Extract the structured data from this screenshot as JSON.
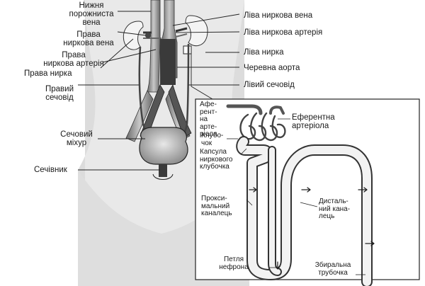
{
  "labels": {
    "ivc": "Нижня\nпорожниста\nвена",
    "right_renal_vein": "Права\nниркова вена",
    "right_renal_artery": "Права\nниркова артерія",
    "right_kidney": "Права нирка",
    "right_ureter": "Правий\nсечовід",
    "bladder": "Сечовий\nміхур",
    "urethra": "Сечівник",
    "left_renal_vein": "Ліва ниркова вена",
    "left_renal_artery": "Ліва ниркова артерія",
    "left_kidney": "Ліва нирка",
    "aorta": "Черевна аорта",
    "left_ureter": "Лівий сечовід"
  },
  "inset": {
    "afferent": "Афе-\nрент-\nна\nарте-\nріола",
    "efferent": "Еферентна\nартеріола",
    "glomerulus": "Клубо-\nчок",
    "capsule": "Капсула\nниркового\nклубочка",
    "proximal": "Прокси-\nмальний\nканалець",
    "loop": "Петля\nнефрона",
    "distal": "Дисталь-\nний кана-\nлець",
    "collecting": "Збиральна\nтрубочка"
  }
}
